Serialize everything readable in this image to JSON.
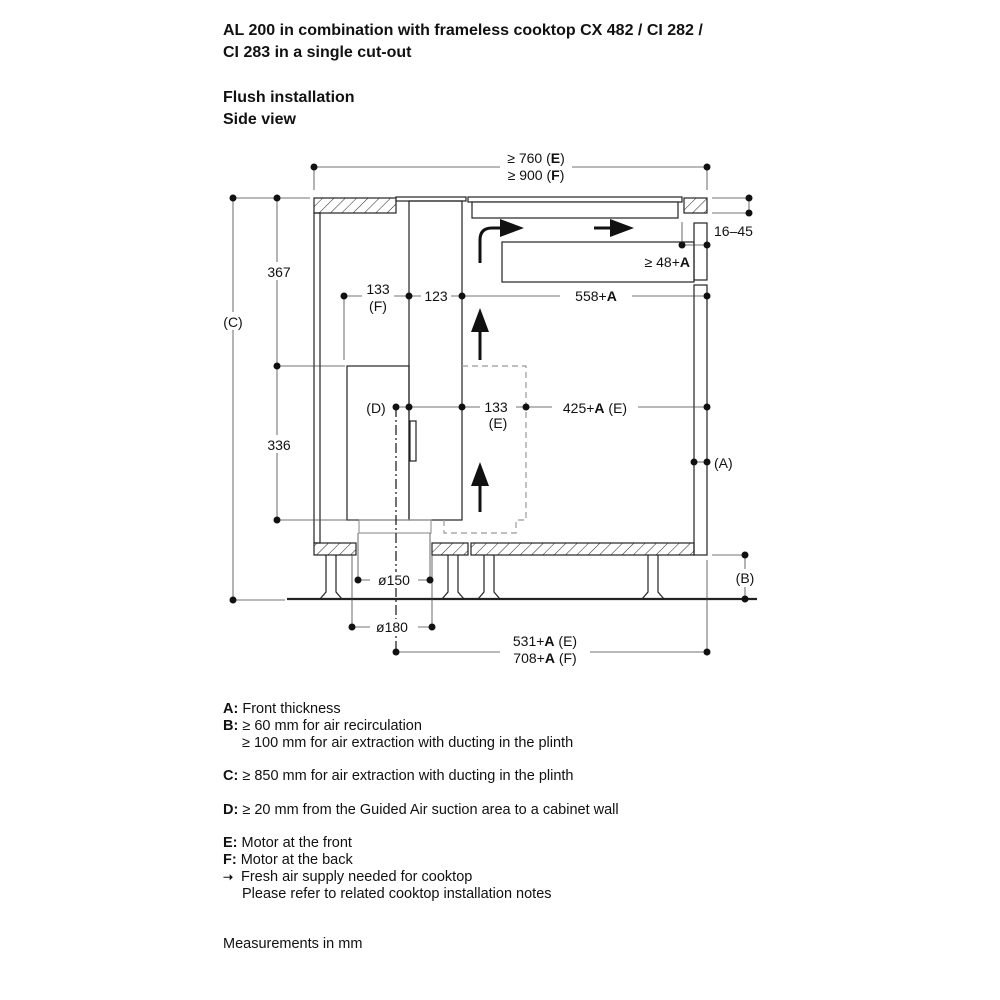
{
  "title": {
    "line1": "AL 200 in combination with frameless cooktop CX 482 / CI 282 /",
    "line2": "CI 283 in a single cut-out"
  },
  "subtitle": {
    "line1": "Flush installation",
    "line2": "Side view"
  },
  "diagram": {
    "width_e": "≥ 760 (",
    "width_e_key": "E",
    "width_f": "≥ 900 (",
    "width_f_key": "F",
    "h367": "367",
    "h336": "336",
    "c_label": "(C)",
    "gap": "16–45",
    "drawer_gap": "≥ 48+",
    "a_key": "A",
    "d133f": "133",
    "d133f_key": "(F)",
    "d123": "123",
    "d558": "558+",
    "d_label": "(D)",
    "d133e": "133",
    "d133e_key": "(E)",
    "d425": "425+",
    "d425_suffix": " (E)",
    "a_label": "(A)",
    "b_label": "(B)",
    "d150": "ø150",
    "d180": "ø180",
    "d531": "531+",
    "d531_suffix": " (E)",
    "d708": "708+",
    "d708_suffix": " (F)",
    "close_paren": ")"
  },
  "legend": {
    "a_key": "A:",
    "a_text": " Front thickness",
    "b_key": "B:",
    "b_text1": " ≥ 60 mm for air recirculation",
    "b_text2": "≥ 100 mm for air extraction with ducting in the plinth",
    "c_key": "C:",
    "c_text": " ≥ 850 mm for air extraction with ducting in the plinth",
    "d_key": "D:",
    "d_text": " ≥ 20 mm from the Guided Air suction area to a cabinet wall",
    "e_key": "E:",
    "e_text": " Motor at the front",
    "f_key": "F:",
    "f_text": " Motor at the back",
    "arrow_text": "Fresh air supply needed for cooktop",
    "arrow_text2": "Please refer to related cooktop installation notes",
    "units": "Measurements in mm"
  }
}
